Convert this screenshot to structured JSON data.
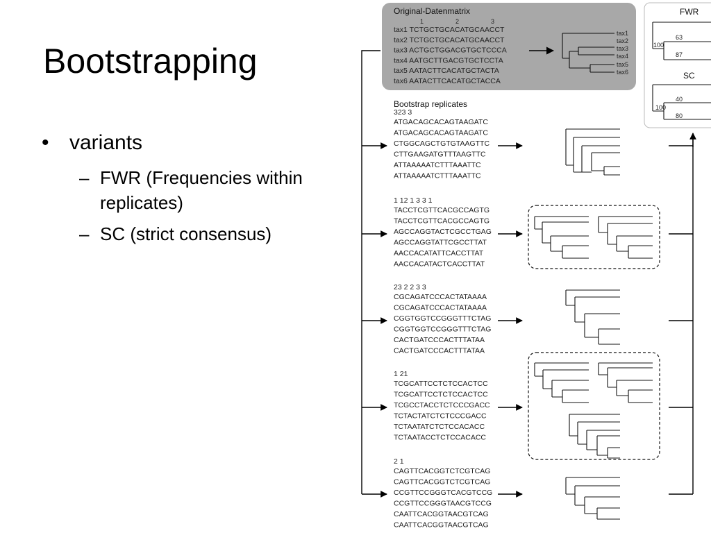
{
  "slide": {
    "title": "Bootstrapping",
    "bullets": [
      {
        "text": "variants",
        "children": [
          "FWR (Frequencies within replicates)",
          "SC (strict consensus)"
        ]
      }
    ]
  },
  "diagram": {
    "original": {
      "title": "Original-Datenmatrix",
      "site_marks": [
        "1",
        "2",
        "3"
      ],
      "rows": [
        "tax1 TCTGCTGCACATGCAACCT",
        "tax2 TCTGCTGCACATGCAACCT",
        "tax3 ACTGCTGGACGTGCTCCCA",
        "tax4 AATGCTTGACGTGCTCCTA",
        "tax5 AATACTTCACATGCTACTA",
        "tax6 AATACTTCACATGCTACCA"
      ],
      "tree_labels": [
        "tax1",
        "tax2",
        "tax3",
        "tax4",
        "tax5",
        "tax6"
      ]
    },
    "bootstrap_title": "Bootstrap replicates",
    "replicates": [
      {
        "marks": "323   3",
        "rows": [
          "ATGACAGCACAGTAAGATC",
          "ATGACAGCACAGTAAGATC",
          "CTGGCAGCTGTGTAAGTTC",
          "CTTGAAGATGTTTAAGTTC",
          "ATTAAAAATCTTTAAATTC",
          "ATTAAAAATCTTTAAATTC"
        ]
      },
      {
        "marks": "1  12  1 3    3 1",
        "rows": [
          "TACCTCGTTCACGCCAGTG",
          "TACCTCGTTCACGCCAGTG",
          "AGCCAGGTACTCGCCTGAG",
          "AGCCAGGTATTCGCCTTAT",
          "AACCACATATTCACCTTAT",
          "AACCACATACTCACCTTAT"
        ]
      },
      {
        "marks": " 23      2 2 3  3",
        "rows": [
          "CGCAGATCCCACTATAAAA",
          "CGCAGATCCCACTATAAAA",
          "CGGTGGTCCGGGTTTCTAG",
          "CGGTGGTCCGGGTTTCTAG",
          "CACTGATCCCACTTTATAA",
          "CACTGATCCCACTTTATAA"
        ]
      },
      {
        "marks": "    1         21",
        "rows": [
          "TCGCATTCCTCTCCACTCC",
          "TCGCATTCCTCTCCACTCC",
          "TCGCCTACCTCTCCCGACC",
          "TCTACTATCTCTCCCGACC",
          "TCTAATATCTCTCCACACC",
          "TCTAATACCTCTCCACACC"
        ]
      },
      {
        "marks": "     2    1",
        "rows": [
          "CAGTTCACGGTCTCGTCAG",
          "CAGTTCACGGTCTCGTCAG",
          "CCGTTCCGGGTCACGTCCG",
          "CCGTTCCGGGTAACGTCCG",
          "CAATTCACGGTAACGTCAG",
          "CAATTCACGGTAACGTCAG"
        ]
      }
    ],
    "results": {
      "fwr_title": "FWR",
      "fwr_values": [
        "100",
        "63",
        "87"
      ],
      "sc_title": "SC",
      "sc_values": [
        "100",
        "40",
        "80"
      ]
    }
  }
}
